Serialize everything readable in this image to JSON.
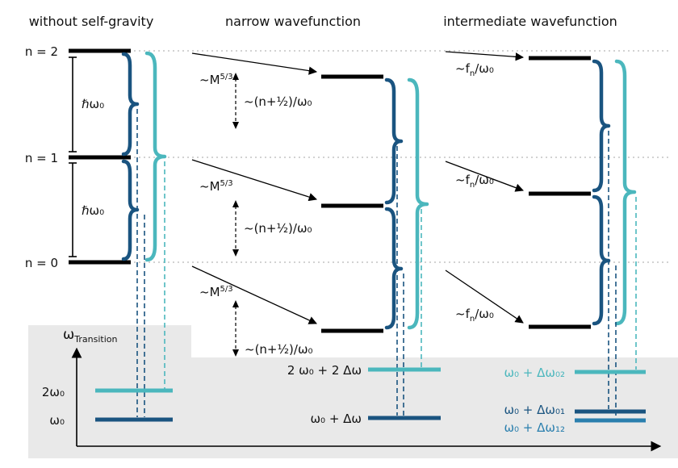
{
  "titles": {
    "left": "without self-gravity",
    "middle": "narrow wavefunction",
    "right": "intermediate wavefunction"
  },
  "left_column": {
    "levels": [
      "n = 2",
      "n = 1",
      "n = 0"
    ],
    "gap_label": "ℏω₀"
  },
  "middle_column": {
    "mass_base": "~M",
    "mass_exp": "5/3",
    "shift_label": "~(n+½)/ω₀"
  },
  "right_column": {
    "f_base": "~f",
    "f_sub": "n",
    "f_rest": "/ω₀"
  },
  "bottom": {
    "axis_omega": "ω",
    "axis_sub": "Transition",
    "tick_2w0": "2ω₀",
    "tick_w0": "ω₀",
    "narrow_upper": "2 ω₀ + 2 Δω",
    "narrow_lower": "ω₀ + Δω",
    "inter_02": "ω₀ + Δω₀₂",
    "inter_01": "ω₀ + Δω₀₁",
    "inter_12": "ω₀ + Δω₁₂"
  },
  "colors": {
    "dark_blue": "#1a5480",
    "teal": "#4bb7bd",
    "mid_blue": "#2a7fae",
    "panel": "#e9e9e9",
    "level": "#000000"
  }
}
